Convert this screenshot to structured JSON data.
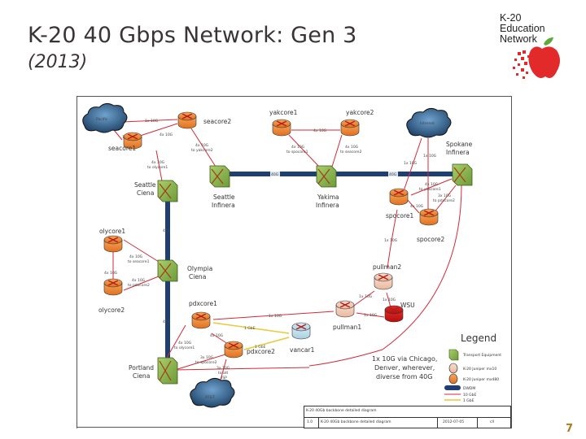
{
  "slide": {
    "title": "K-20 40 Gbps Network: Gen 3",
    "subtitle": "(2013)",
    "page_number": "7"
  },
  "logo": {
    "line1": "K-20",
    "line2": "Education",
    "line3": "Network"
  },
  "colors": {
    "dwdm": "#1f3f74",
    "ten_gbe": "#d42a3a",
    "one_gbe": "#e8c93a",
    "transport": "#8ab84a",
    "juniper_orange": "#f08a3a",
    "juniper_peach": "#f3c9b0",
    "vancar_blue": "#bcdbe8",
    "wsu_red": "#cc1111",
    "cloud": "#3b6a96"
  },
  "nodes": {
    "seacore1": "seacore1",
    "seacore2": "seacore2",
    "yakcore1": "yakcore1",
    "yakcore2": "yakcore2",
    "seattle_ciena_1": "Seattle",
    "seattle_ciena_2": "Ciena",
    "seattle_infinera_1": "Seattle",
    "seattle_infinera_2": "Infinera",
    "yakima_infinera_1": "Yakima",
    "yakima_infinera_2": "Infinera",
    "spokane_infinera_1": "Spokane",
    "spokane_infinera_2": "Infinera",
    "spocore1": "spocore1",
    "spocore2": "spocore2",
    "olycore1": "olycore1",
    "olycore2": "olycore2",
    "olympia_ciena_1": "Olympia",
    "olympia_ciena_2": "Ciena",
    "pdxcore1": "pdxcore1",
    "pdxcore2": "pdxcore2",
    "portland_ciena_1": "Portland",
    "portland_ciena_2": "Ciena",
    "vancar1": "vancar1",
    "pullman1": "pullman1",
    "pullman2": "pullman2",
    "wsu": "WSU",
    "cloud_seattle": "Pacific",
    "cloud_spokane": "Internet",
    "cloud_portland": "AT&T"
  },
  "links": {
    "cloud_seacore2": "1x 10G",
    "cloud_seacore1": "1x 10G",
    "seacore1_seacore2": "4x 10G",
    "seacore2_infinera_1": "4x 10G",
    "seacore2_infinera_2": "to yakcore2",
    "seacore1_ciena_1": "4x 10G",
    "seacore1_ciena_2": "to olycore1",
    "yak_pair": "4x 10G",
    "yakcore1_infinera_1": "4x 10G",
    "yakcore1_infinera_2": "to spocore1",
    "yakcore2_infinera_1": "4x 10G",
    "yakcore2_infinera_2": "to seacore2",
    "dwdm_40g": "40G",
    "cloud_spocore1": "1x 10G",
    "cloud_spocore2": "1x 10G",
    "spok_spocore1_1": "4x 10G",
    "spok_spocore1_2": "to yakcore1",
    "spok_spocore2_1": "3x 10G",
    "spok_spocore2_2": "to pdxcore2",
    "spo_pair": "4x 10G",
    "spocore1_pullman2": "1x 10G",
    "oly_infinera_1_1": "4x 10G",
    "oly_infinera_1_2": "to seacore1",
    "oly_infinera_2_1": "4x 10G",
    "oly_infinera_2_2": "to pdxcore2",
    "oly_pair": "4x 10G",
    "pdx_pair": "4x 10G",
    "pdx_ciena_1_1": "4x 10G",
    "pdx_ciena_1_2": "to olycore1",
    "pdx_ciena_2_1": "3x 10G",
    "pdx_ciena_2_2": "to spocore2",
    "pdx_att_1": "3x 10G",
    "pdx_att_2": "to att",
    "pdx_att_3": "ISP",
    "pdxcore1_pullman1": "1x 10G",
    "pdxcore1_vancar": "1 GbE",
    "pdxcore2_vancar": "1 GbE",
    "pullman1_pullman2": "1x 10G",
    "pullman2_wsu": "1x 10G",
    "pullman1_wsu": "1x 10G"
  },
  "note": {
    "line1": "1x 10G via Chicago,",
    "line2": "Denver, wherever,",
    "line3": "diverse from 40G"
  },
  "legend": {
    "title": "Legend",
    "items": [
      "Transport Equipment",
      "K-20 Juniper mx10",
      "K-20 Juniper mx480",
      "DWDM",
      "10 GbE",
      "1 GbE"
    ]
  },
  "title_block": {
    "name": "K-20 40Gb backbone detailed diagram",
    "version": "1.0",
    "description": "K-20 40Gb backbone detailed diagram",
    "date": "2012-07-05",
    "author": "cll"
  }
}
